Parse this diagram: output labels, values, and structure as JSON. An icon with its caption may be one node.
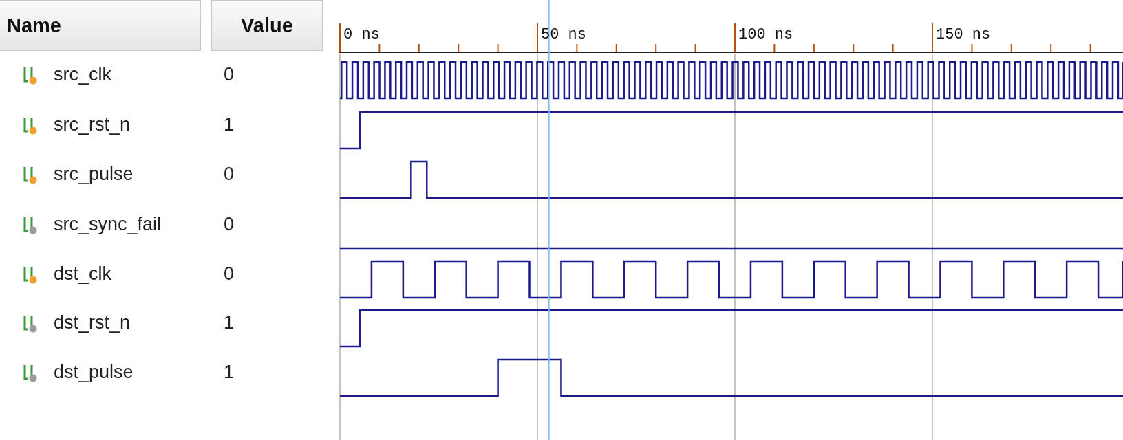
{
  "diagram": {
    "labels": [
      "Name",
      "Value",
      "0 ns",
      "50 ns",
      "100 ns",
      "150 ns",
      "src_clk",
      "0",
      "src_rst_n",
      "1",
      "src_pulse",
      "0",
      "src_sync_fail",
      "0",
      "dst_clk",
      "0",
      "dst_rst_n",
      "1",
      "dst_pulse",
      "1"
    ]
  }
}
